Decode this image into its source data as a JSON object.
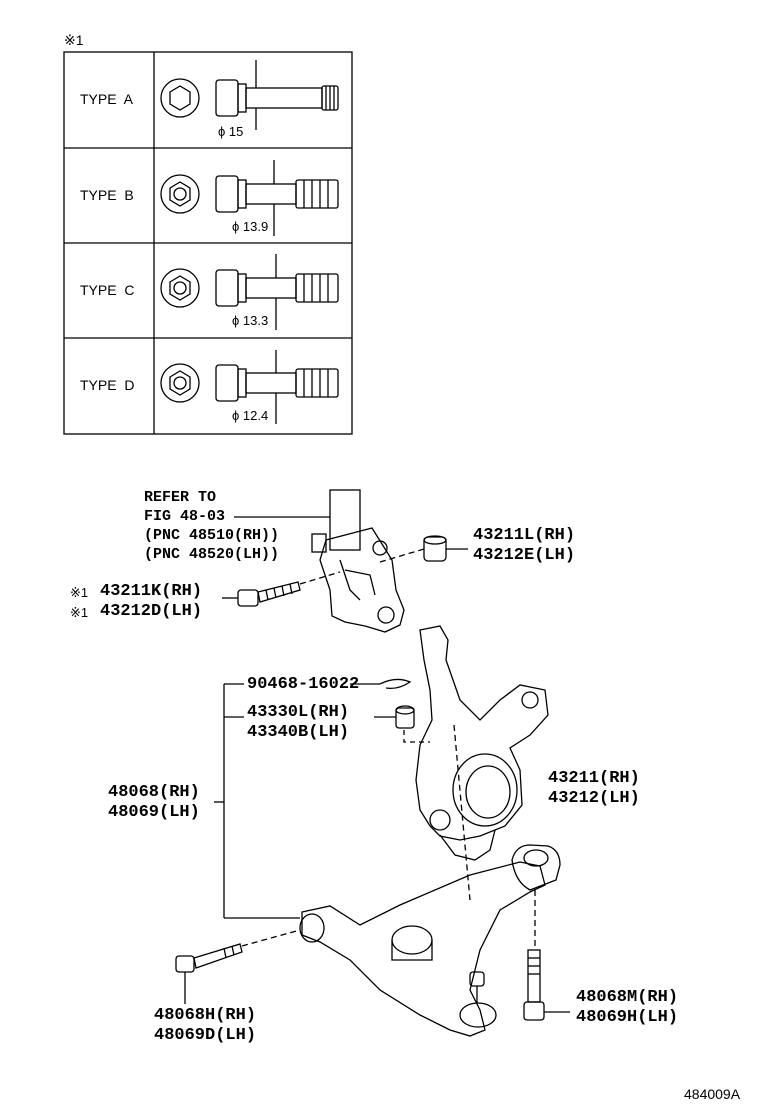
{
  "table": {
    "note_mark": "※1",
    "rows": [
      {
        "type_label": "TYPE  A",
        "diameter": "ϕ 15"
      },
      {
        "type_label": "TYPE  B",
        "diameter": "ϕ 13.9"
      },
      {
        "type_label": "TYPE  C",
        "diameter": "ϕ 13.3"
      },
      {
        "type_label": "TYPE  D",
        "diameter": "ϕ 12.4"
      }
    ]
  },
  "refer": {
    "line1": "REFER TO",
    "line2": "FIG 48-03",
    "line3": "(PNC 48510(RH))",
    "line4": "(PNC 48520(LH))"
  },
  "parts": {
    "p43211L": "43211L(RH)",
    "p43212E": "43212E(LH)",
    "mark1": "※1",
    "p43211K": "43211K(RH)",
    "mark2": "※1",
    "p43212D": "43212D(LH)",
    "p90468": "90468-16022",
    "p43330L": "43330L(RH)",
    "p43340B": "43340B(LH)",
    "p48068": "48068(RH)",
    "p48069": "48069(LH)",
    "p43211": "43211(RH)",
    "p43212": "43212(LH)",
    "p48068H": "48068H(RH)",
    "p48069D": "48069D(LH)",
    "p48068M": "48068M(RH)",
    "p48069H": "48069H(LH)"
  },
  "diagram_id": "484009A"
}
